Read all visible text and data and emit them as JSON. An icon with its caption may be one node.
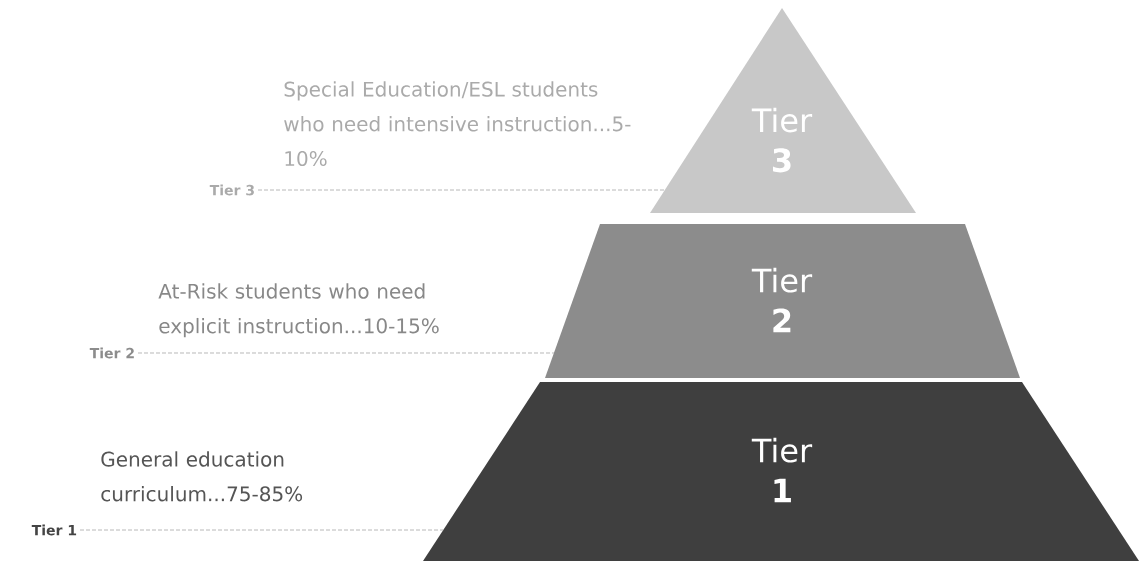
{
  "diagram": {
    "nodes": [
      {
        "text": [
          "Tier",
          "3"
        ]
      },
      {
        "text": [
          "Tier",
          "2"
        ]
      },
      {
        "text": [
          "Tier",
          "1"
        ]
      },
      {
        "text": [
          "Tier 3"
        ]
      },
      {
        "text": [
          "Tier 2"
        ]
      },
      {
        "text": [
          "Tier 1"
        ]
      }
    ],
    "edges": [
      {
        "from": 3,
        "to": 0,
        "arrow": "none",
        "style": "dashed"
      },
      {
        "from": 4,
        "to": 1,
        "arrow": "none",
        "style": "dashed"
      },
      {
        "from": 5,
        "to": 2,
        "arrow": "none",
        "style": "dashed"
      }
    ],
    "labels": [
      "Special Education/ESL students who need intensive instruction...5-10%",
      "At-Risk students who need explicit instruction...10-15%",
      "General education curriculum...75-85%"
    ]
  }
}
